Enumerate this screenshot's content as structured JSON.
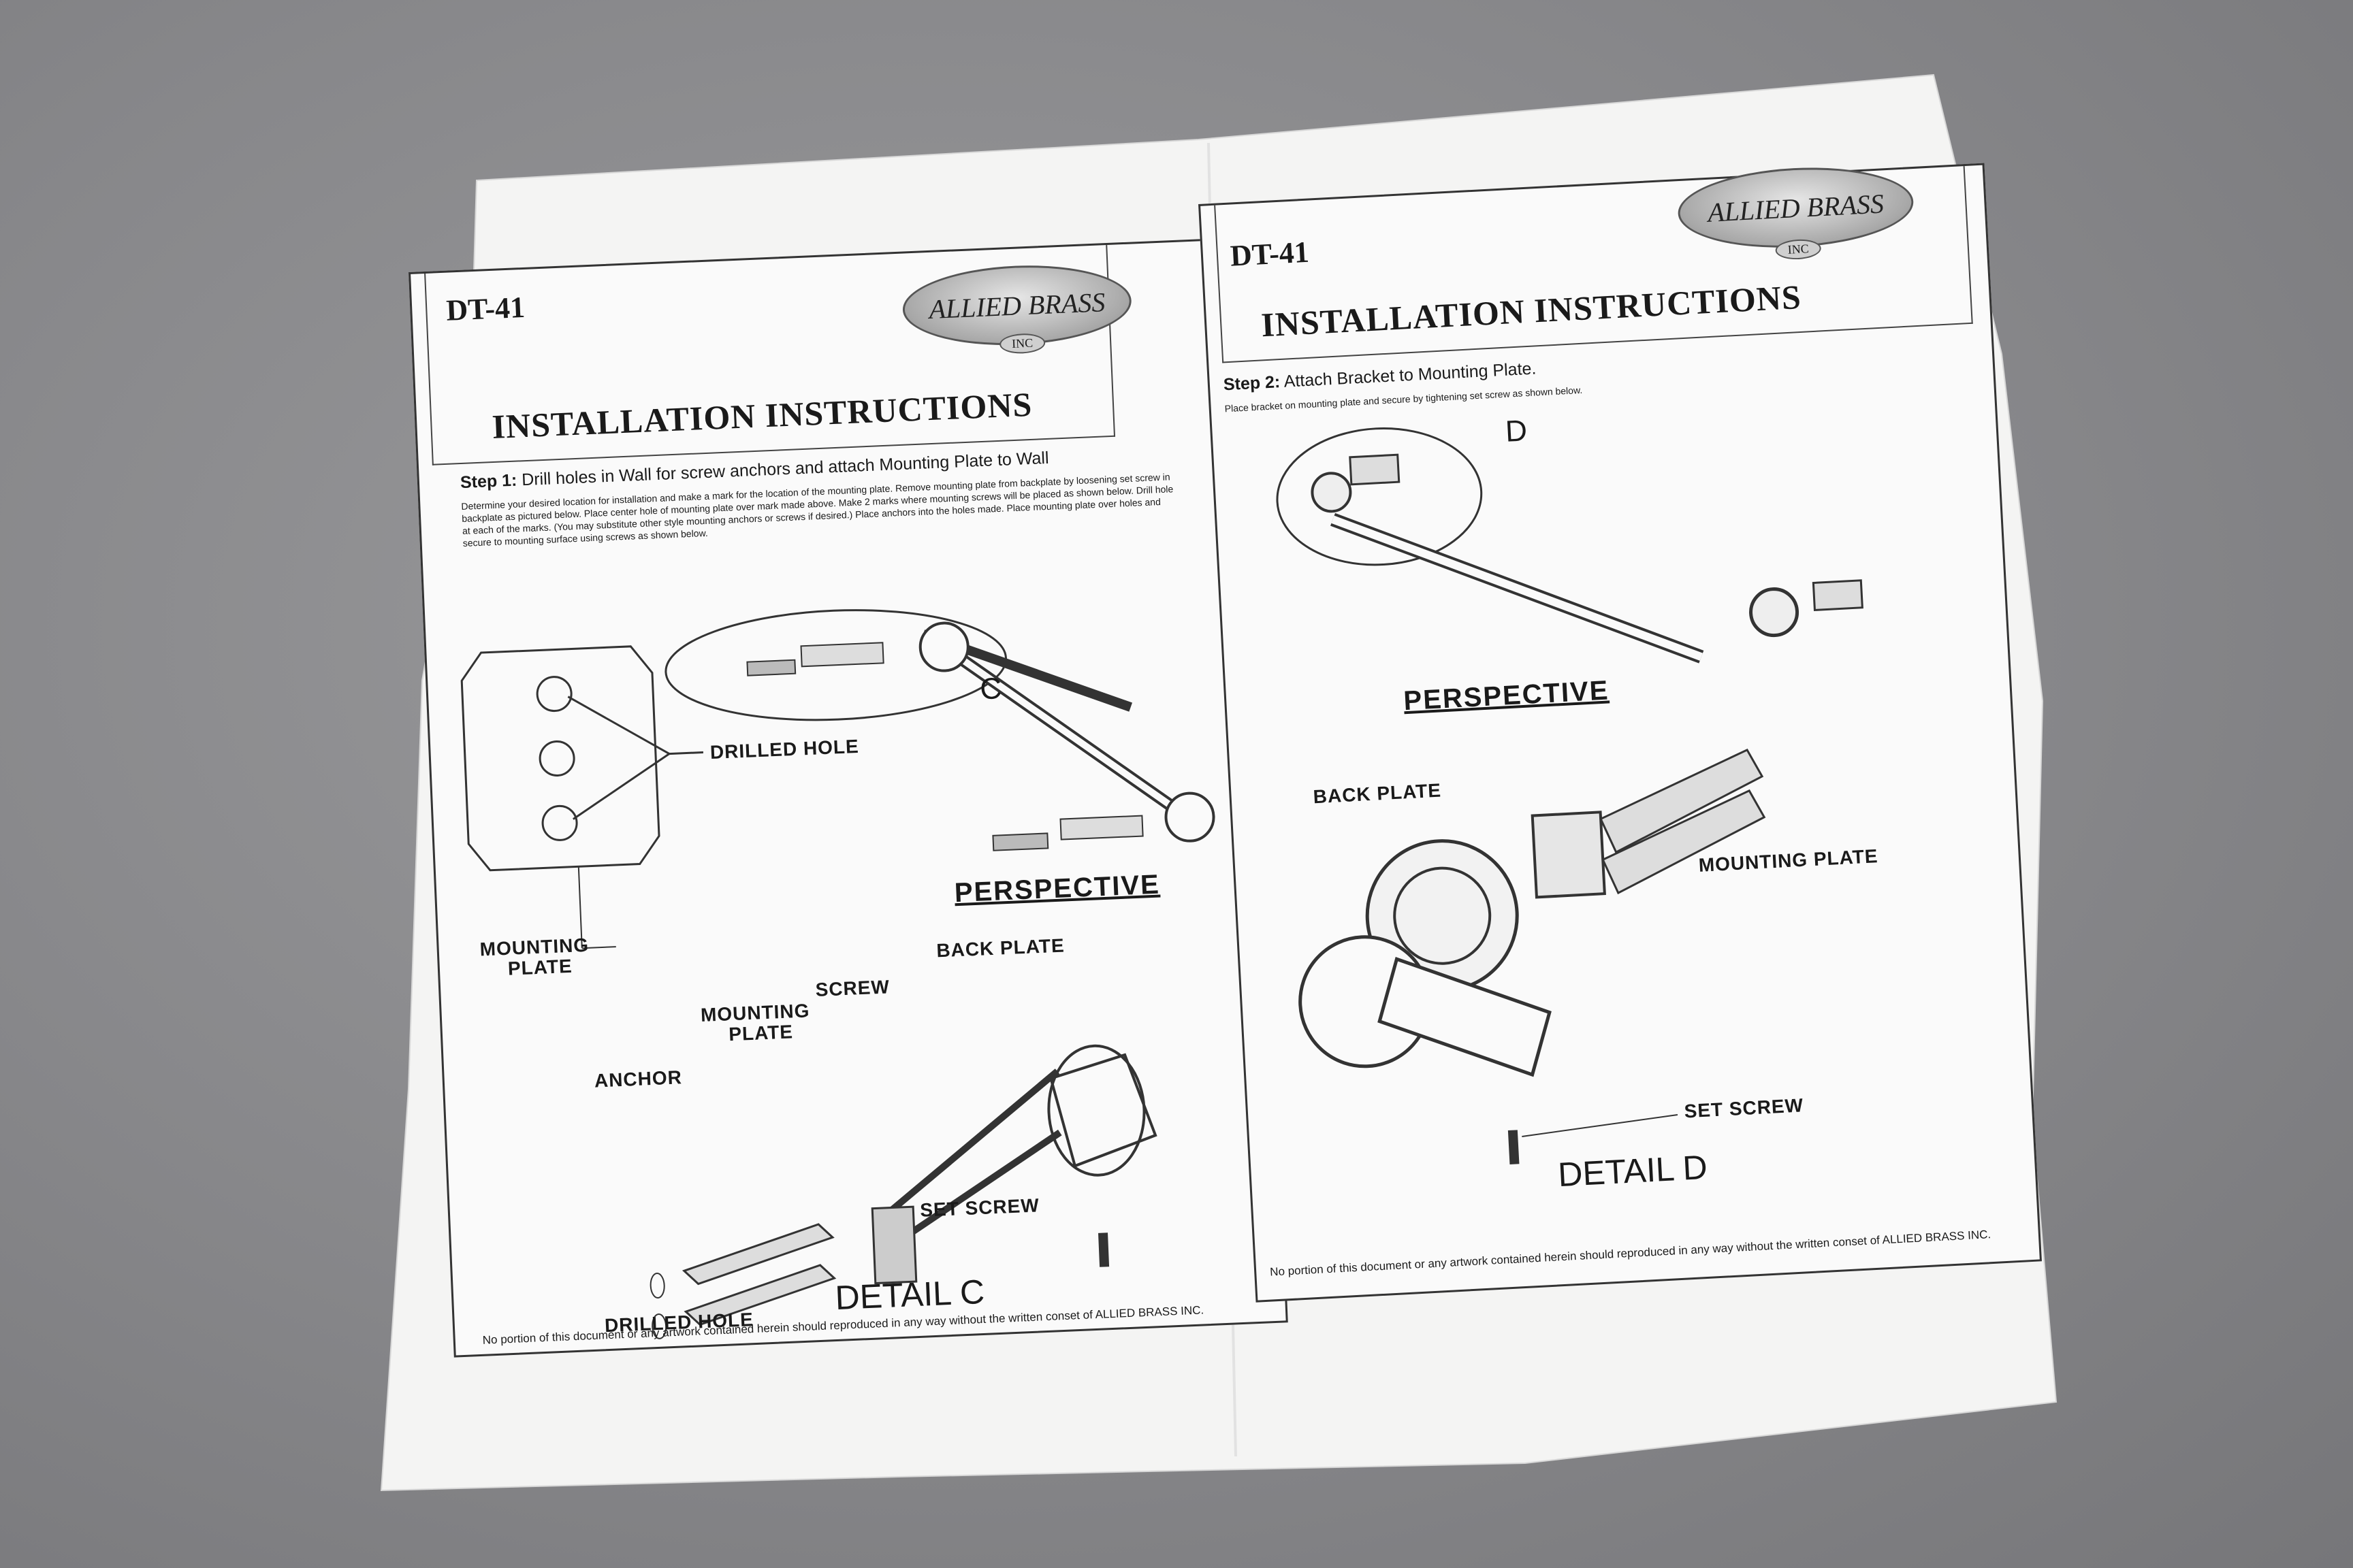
{
  "left_page": {
    "model": "DT-41",
    "logo_text": "ALLIED BRASS",
    "logo_inc": "INC",
    "title": "INSTALLATION INSTRUCTIONS",
    "step_label": "Step 1:",
    "step_text": "Drill holes in Wall for screw anchors and attach Mounting Plate to Wall",
    "body_text": "Determine your desired location for installation and make a mark for the location of the mounting plate. Remove mounting plate from backplate by loosening set screw in backplate as pictured below. Place center hole of mounting plate over mark made above. Make 2 marks where mounting screws will be placed as shown below. Drill hole at each of the marks. (You may substitute other style mounting anchors or screws if desired.) Place anchors into the holes made. Place mounting plate over holes and secure to mounting surface using screws as shown below.",
    "callout_c": "C",
    "labels": {
      "drilled_hole_top": "DRILLED HOLE",
      "mounting_plate_1": "MOUNTING",
      "mounting_plate_2": "PLATE",
      "perspective": "PERSPECTIVE",
      "back_plate": "BACK PLATE",
      "screw": "SCREW",
      "mounting_plate_detail_1": "MOUNTING",
      "mounting_plate_detail_2": "PLATE",
      "anchor": "ANCHOR",
      "set_screw": "SET SCREW",
      "drilled_hole_bottom": "DRILLED HOLE",
      "detail": "DETAIL C"
    },
    "footer": "No portion of this document or any artwork contained herein should reproduced in any way without the written conset of ALLIED BRASS INC."
  },
  "right_page": {
    "model": "DT-41",
    "logo_text": "ALLIED BRASS",
    "logo_inc": "INC",
    "title": "INSTALLATION INSTRUCTIONS",
    "step_label": "Step 2:",
    "step_text": "Attach Bracket to Mounting Plate.",
    "body_text": "Place bracket on mounting plate and secure by tightening set screw as shown below.",
    "callout_d": "D",
    "labels": {
      "perspective": "PERSPECTIVE",
      "back_plate": "BACK PLATE",
      "mounting_plate": "MOUNTING PLATE",
      "set_screw": "SET SCREW",
      "detail": "DETAIL D"
    },
    "footer": "No portion of this document or any artwork contained herein should reproduced in any way without the written conset of ALLIED BRASS INC."
  }
}
